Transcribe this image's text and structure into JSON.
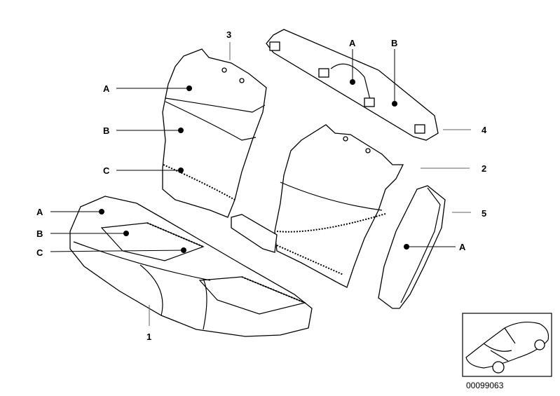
{
  "diagram": {
    "part_numbers": {
      "backrest_cover": "3",
      "headrest_cover": "4",
      "backrest_cover_right": "2",
      "side_bolster_cover": "5",
      "seat_cover": "1"
    },
    "backrest_callouts": [
      "A",
      "B",
      "C"
    ],
    "headrest_callouts": [
      "A",
      "B"
    ],
    "bolster_callout": "A",
    "seat_callouts": [
      "A",
      "B",
      "C"
    ],
    "image_code": "00099063"
  }
}
